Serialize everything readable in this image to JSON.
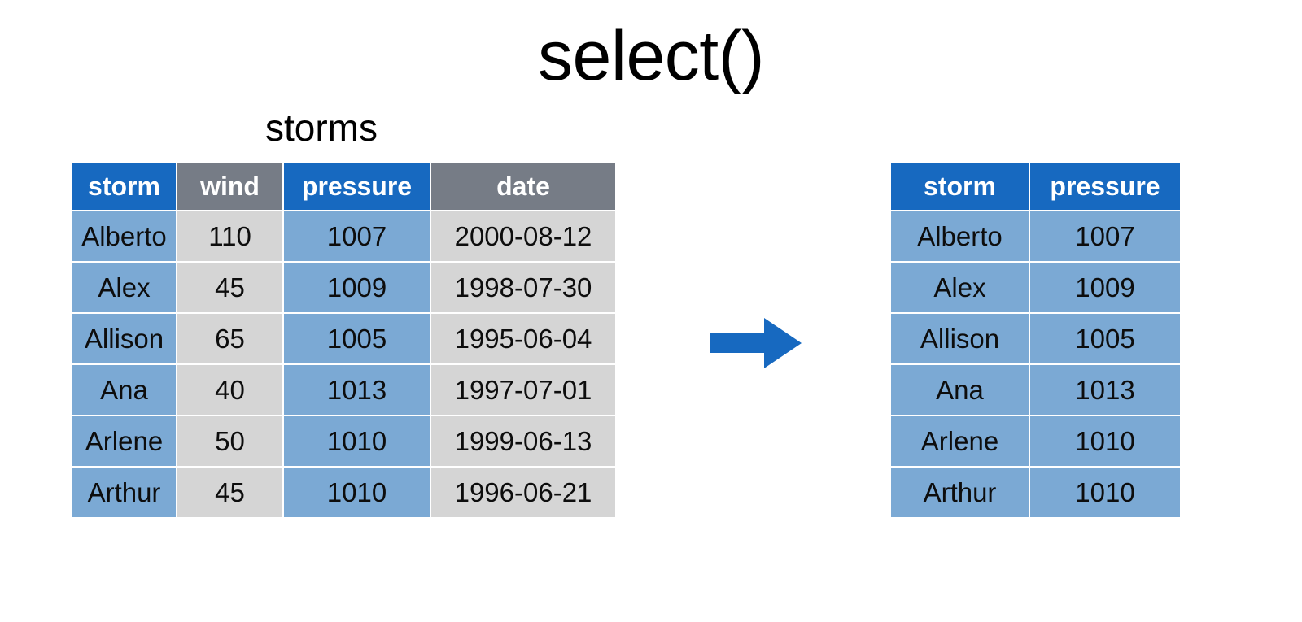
{
  "slide": {
    "title": "select()",
    "source_caption": "storms",
    "arrow_icon": "right-arrow-icon"
  },
  "colors": {
    "header_blue": "#1769c0",
    "header_gray": "#767c86",
    "cell_blue": "#7ba9d4",
    "cell_gray": "#d5d5d5",
    "arrow_blue": "#1769c0",
    "background": "#ffffff",
    "grid_line": "#ffffff"
  },
  "source_table": {
    "name": "storms",
    "columns": [
      {
        "label": "storm",
        "style": "blue",
        "highlighted": true
      },
      {
        "label": "wind",
        "style": "gray",
        "highlighted": false
      },
      {
        "label": "pressure",
        "style": "blue",
        "highlighted": true
      },
      {
        "label": "date",
        "style": "gray",
        "highlighted": false
      }
    ],
    "rows": [
      {
        "storm": "Alberto",
        "wind": "110",
        "pressure": "1007",
        "date": "2000-08-12"
      },
      {
        "storm": "Alex",
        "wind": "45",
        "pressure": "1009",
        "date": "1998-07-30"
      },
      {
        "storm": "Allison",
        "wind": "65",
        "pressure": "1005",
        "date": "1995-06-04"
      },
      {
        "storm": "Ana",
        "wind": "40",
        "pressure": "1013",
        "date": "1997-07-01"
      },
      {
        "storm": "Arlene",
        "wind": "50",
        "pressure": "1010",
        "date": "1999-06-13"
      },
      {
        "storm": "Arthur",
        "wind": "45",
        "pressure": "1010",
        "date": "1996-06-21"
      }
    ]
  },
  "result_table": {
    "columns": [
      {
        "label": "storm",
        "style": "blue"
      },
      {
        "label": "pressure",
        "style": "blue"
      }
    ],
    "rows": [
      {
        "storm": "Alberto",
        "pressure": "1007"
      },
      {
        "storm": "Alex",
        "pressure": "1009"
      },
      {
        "storm": "Allison",
        "pressure": "1005"
      },
      {
        "storm": "Ana",
        "pressure": "1013"
      },
      {
        "storm": "Arlene",
        "pressure": "1010"
      },
      {
        "storm": "Arthur",
        "pressure": "1010"
      }
    ]
  }
}
